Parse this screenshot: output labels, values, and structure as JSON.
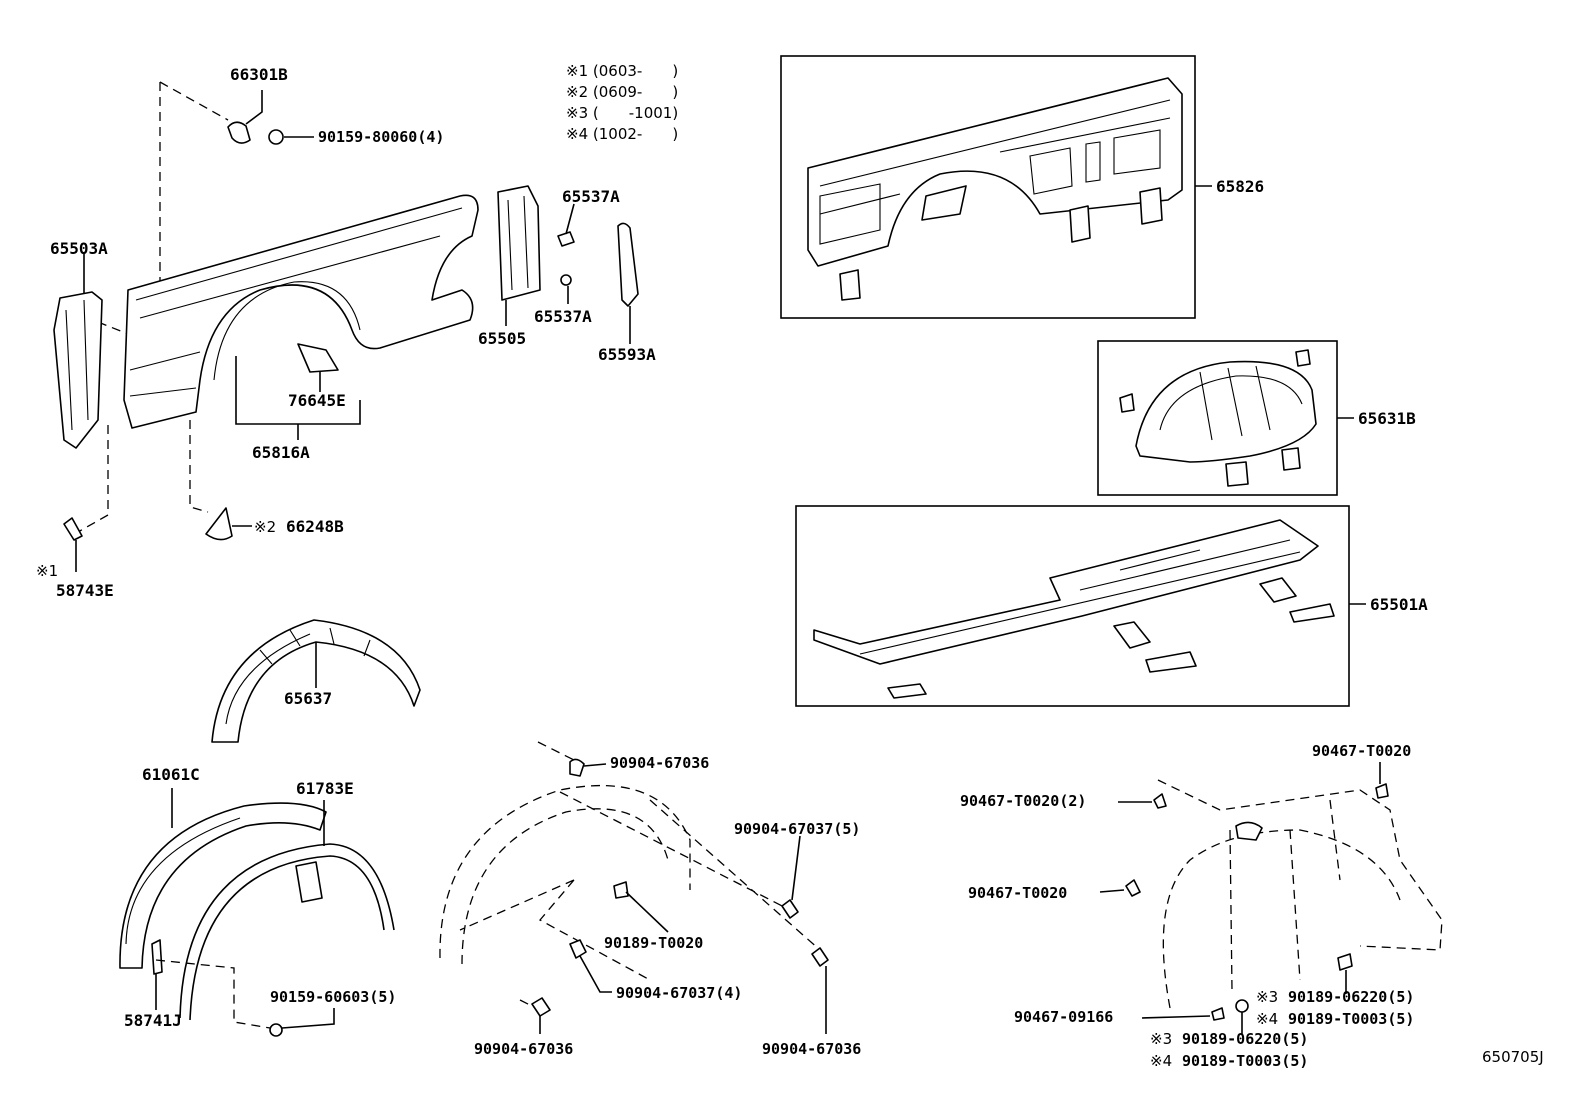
{
  "legend": {
    "n1": "※1 (0603-　　)",
    "n2": "※2 (0609-　　)",
    "n3": "※3 (　　-1001)",
    "n4": "※4 (1002-　　)"
  },
  "labels": {
    "p66301B": "66301B",
    "p90159_80060": "90159-80060(4)",
    "p65503A": "65503A",
    "p65537A_1": "65537A",
    "p65537A_2": "65537A",
    "p65505": "65505",
    "p65593A": "65593A",
    "p76645E": "76645E",
    "p65816A": "65816A",
    "p66248B_mark": "※2",
    "p66248B": "66248B",
    "p58743E_mark": "※1",
    "p58743E": "58743E",
    "p65826": "65826",
    "p65631B": "65631B",
    "p65501A": "65501A",
    "p65637": "65637",
    "p61061C": "61061C",
    "p61783E": "61783E",
    "p58741J": "58741J",
    "p90159_60603": "90159-60603(5)",
    "p90904_67036_a": "90904-67036",
    "p90904_67037_5": "90904-67037(5)",
    "p90189_T0020": "90189-T0020",
    "p90904_67037_4": "90904-67037(4)",
    "p90904_67036_b": "90904-67036",
    "p90904_67036_c": "90904-67036",
    "p90467_T0020_top": "90467-T0020",
    "p90467_T0020_2": "90467-T0020(2)",
    "p90467_T0020_mid": "90467-T0020",
    "p90467_09166": "90467-09166",
    "p90189_06220_a_mark": "※3",
    "p90189_06220_a": "90189-06220(5)",
    "p90189_T0003_a_mark": "※4",
    "p90189_T0003_a": "90189-T0003(5)",
    "p90189_06220_b_mark": "※3",
    "p90189_06220_b": "90189-06220(5)",
    "p90189_T0003_b_mark": "※4",
    "p90189_T0003_b": "90189-T0003(5)"
  },
  "reference_code": "650705J"
}
